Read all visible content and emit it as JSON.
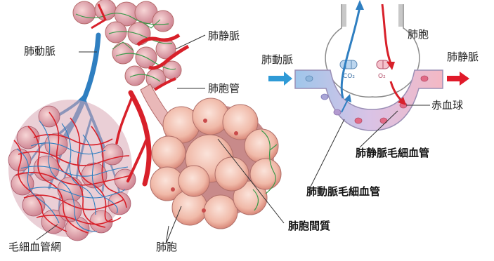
{
  "labels": {
    "pulmonary_artery_left": "肺動脈",
    "pulmonary_vein_left": "肺静脈",
    "bronchiole": "肺胞管",
    "capillary_network": "毛細血管網",
    "alveolus_left": "肺胞",
    "alveolar_interstitium": "肺胞間質",
    "alveolus_right": "肺胞",
    "pulmonary_artery_right": "肺動脈",
    "pulmonary_vein_right": "肺静脈",
    "red_blood_cell": "赤血球",
    "venous_capillary": "肺静脈毛細血管",
    "arterial_capillary": "肺動脈毛細血管",
    "co2": "CO₂",
    "o2": "O₂"
  },
  "colors": {
    "artery_blue": "#2f7fc1",
    "vein_red": "#d8202a",
    "alveolus_fill": "#f2c2b4",
    "capillary_green": "#3a9a4a",
    "vessel_tube": "#c9b4d9"
  }
}
